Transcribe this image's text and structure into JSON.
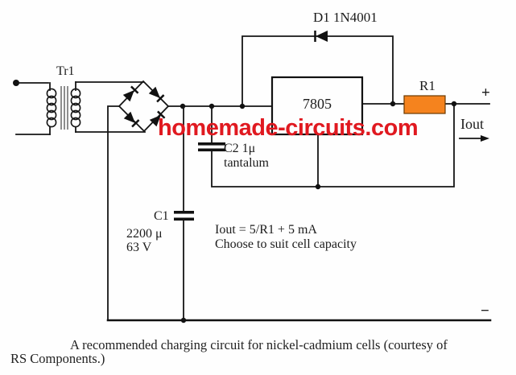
{
  "schematic": {
    "watermark": {
      "text": "homemade-circuits.com",
      "color": "#e01920"
    },
    "transformer": {
      "label": "Tr1"
    },
    "protection_diode": {
      "label": "D1 1N4001"
    },
    "regulator": {
      "label": "7805"
    },
    "resistor": {
      "label": "R1",
      "fill": "#f5831e"
    },
    "capacitor_c2": {
      "label": "C2 1μ",
      "material": "tantalum"
    },
    "capacitor_c1": {
      "label": "C1",
      "value": "2200 μ",
      "voltage": "63 V"
    },
    "output": {
      "plus": "+",
      "current_label": "Iout",
      "minus": "−"
    },
    "notes": {
      "formula": "Iout = 5/R1 + 5 mA",
      "advice": "Choose to suit cell capacity"
    },
    "caption": {
      "line1": "A recommended charging circuit for nickel-cadmium cells (courtesy of",
      "line2": "RS Components.)"
    }
  }
}
